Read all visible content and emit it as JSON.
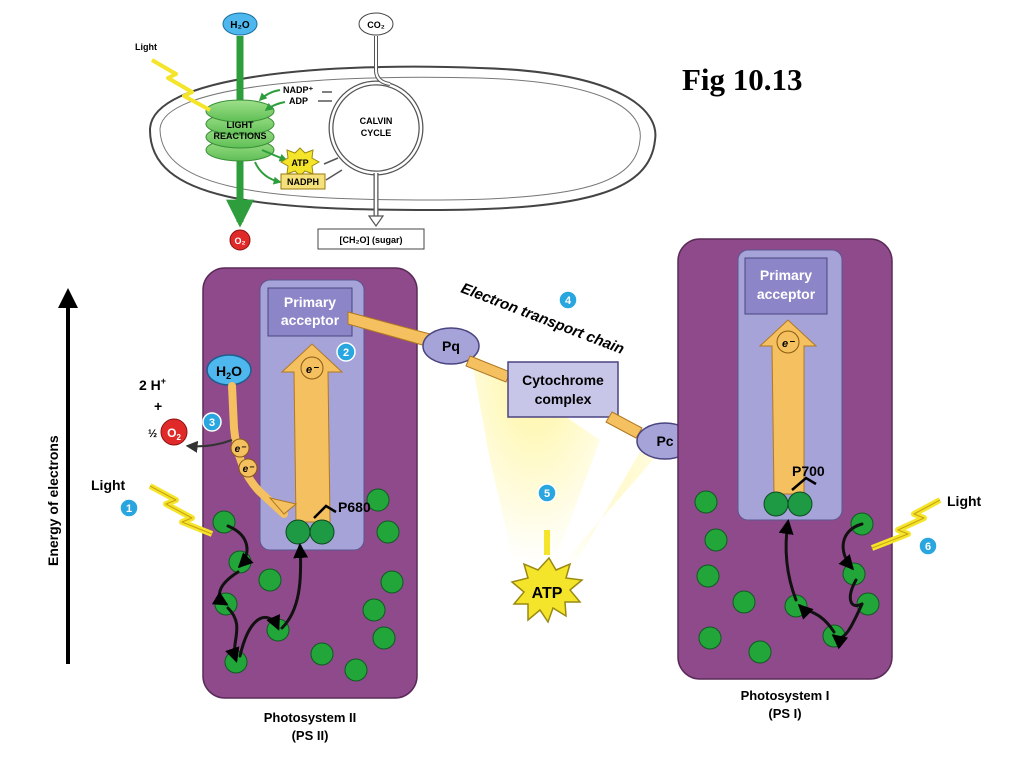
{
  "figure_label": "Fig 10.13",
  "overview": {
    "h2o": "H₂O",
    "co2": "CO₂",
    "light": "Light",
    "nadp": "NADP⁺",
    "adp": "ADP",
    "light_reactions": [
      "LIGHT",
      "REACTIONS"
    ],
    "calvin_cycle": [
      "CALVIN",
      "CYCLE"
    ],
    "atp": "ATP",
    "nadph": "NADPH",
    "o2": "O₂",
    "sugar": "[CH₂O] (sugar)"
  },
  "axis_label": "Energy of electrons",
  "psii": {
    "name": "Photosystem II",
    "abbr": "(PS II)",
    "primary_acceptor": [
      "Primary",
      "acceptor"
    ],
    "p680": "P680",
    "electron": "e⁻",
    "h2o_main": "H",
    "h2o_sub": "2",
    "h2o_tail": "O",
    "two_h": "2 H",
    "plus_sup": "+",
    "plus": "+",
    "half": "½",
    "o2_main": "O",
    "o2_sub": "2"
  },
  "chain": {
    "label": "Electron transport chain",
    "pq": "Pq",
    "cytochrome": [
      "Cytochrome",
      "complex"
    ],
    "pc": "Pc",
    "atp": "ATP"
  },
  "psi": {
    "name": "Photosystem I",
    "abbr": "(PS I)",
    "primary_acceptor": [
      "Primary",
      "acceptor"
    ],
    "p700": "P700",
    "electron": "e⁻"
  },
  "light_label": "Light",
  "steps": [
    "1",
    "2",
    "3",
    "4",
    "5",
    "6"
  ],
  "colors": {
    "photosystem": "#8e4a8a",
    "inner": "#a6a3d8",
    "acceptor": "#8c86c8",
    "chlorophyll": "#22a63a",
    "arrow": "#f5c060",
    "step": "#29a6e0",
    "o2": "#e02a2a",
    "atp": "#f5e52a"
  }
}
